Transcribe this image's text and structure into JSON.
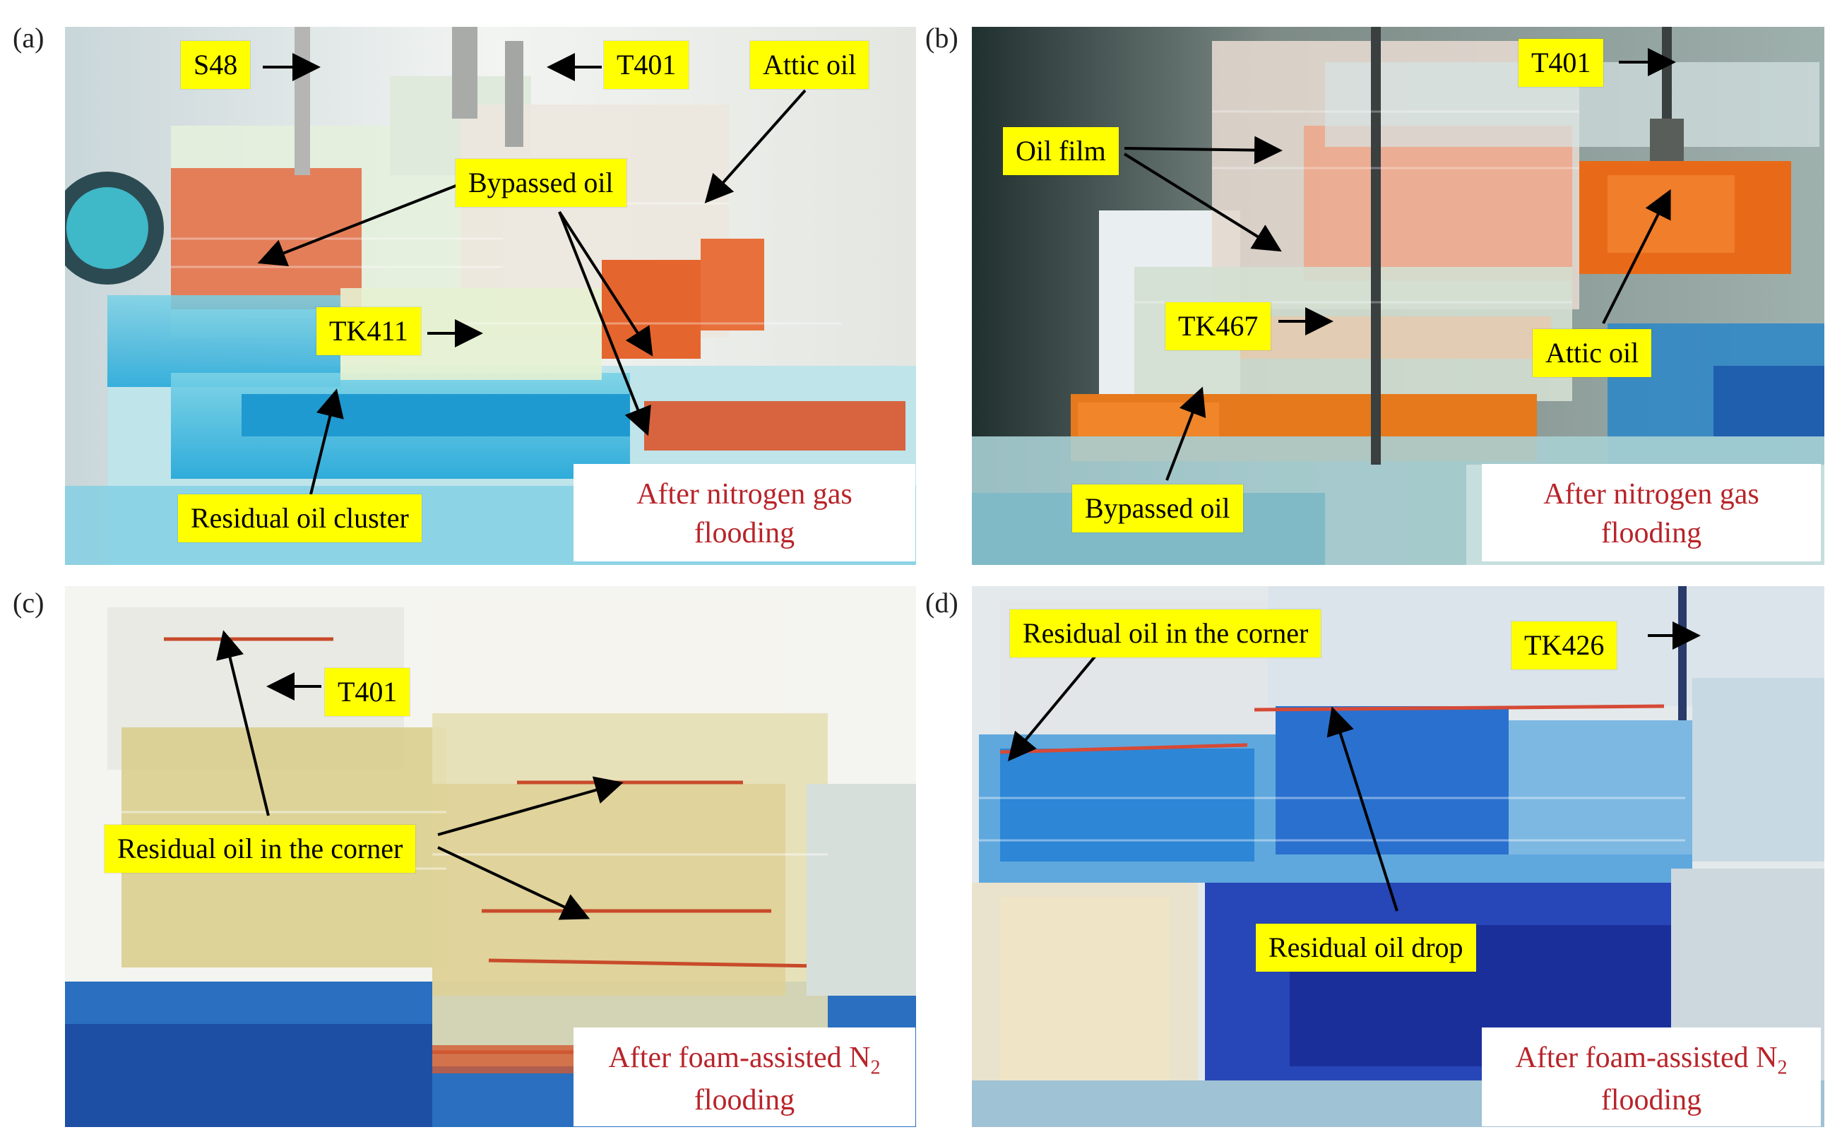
{
  "panels": [
    {
      "letter": "(a)",
      "labels": {
        "s48": "S48",
        "t401": "T401",
        "attic_oil": "Attic oil",
        "bypassed_oil": "Bypassed oil",
        "tk411": "TK411",
        "residual_cluster": "Residual oil cluster"
      },
      "caption": {
        "line1": "After nitrogen gas",
        "line2": "flooding"
      }
    },
    {
      "letter": "(b)",
      "labels": {
        "t401": "T401",
        "oil_film": "Oil film",
        "tk467": "TK467",
        "attic_oil": "Attic oil",
        "bypassed_oil": "Bypassed oil"
      },
      "caption": {
        "line1": "After nitrogen gas",
        "line2": "flooding"
      }
    },
    {
      "letter": "(c)",
      "labels": {
        "t401": "T401",
        "residual_corner": "Residual oil in the corner"
      },
      "caption": {
        "line1": "After foam-assisted N",
        "subscript": "2",
        "line2": "flooding"
      }
    },
    {
      "letter": "(d)",
      "labels": {
        "residual_corner": "Residual oil in the corner",
        "tk426": "TK426",
        "residual_drop": "Residual oil drop"
      },
      "caption": {
        "line1": "After foam-assisted N",
        "subscript": "2",
        "line2": "flooding"
      }
    }
  ],
  "colors": {
    "label_bg": "#ffff00",
    "caption_text": "#b8242a",
    "oil": "#e8641e",
    "water_blue": "#2a8fd6",
    "deep_blue": "#1f3fa8",
    "glass": "#dfeee6",
    "arrow": "#000000"
  }
}
